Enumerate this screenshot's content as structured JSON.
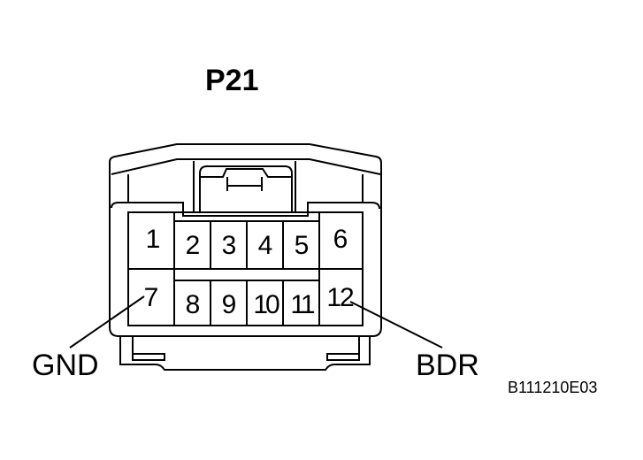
{
  "diagram": {
    "connector_name": "P21",
    "figure_code": "B111210E03",
    "labels": {
      "left": "GND",
      "right": "BDR"
    },
    "pins": [
      {
        "number": "1"
      },
      {
        "number": "2"
      },
      {
        "number": "3"
      },
      {
        "number": "4"
      },
      {
        "number": "5"
      },
      {
        "number": "6"
      },
      {
        "number": "7"
      },
      {
        "number": "8"
      },
      {
        "number": "9"
      },
      {
        "number": "10"
      },
      {
        "number": "11"
      },
      {
        "number": "12"
      }
    ],
    "connections": [
      {
        "pin": "7",
        "signal": "GND"
      },
      {
        "pin": "12",
        "signal": "BDR"
      }
    ],
    "colors": {
      "line": "#000000",
      "background": "#ffffff"
    }
  }
}
